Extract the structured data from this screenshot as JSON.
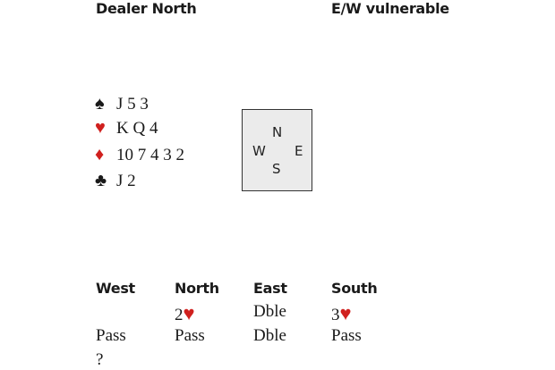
{
  "header": {
    "dealer": "Dealer North",
    "vulnerability": "E/W vulnerable"
  },
  "hand": [
    {
      "suit": "spades",
      "symbol": "♠",
      "cards": "J 5 3"
    },
    {
      "suit": "hearts",
      "symbol": "♥",
      "cards": "K Q 4"
    },
    {
      "suit": "diamonds",
      "symbol": "♦",
      "cards": "10 7 4 3 2"
    },
    {
      "suit": "clubs",
      "symbol": "♣",
      "cards": "J 2"
    }
  ],
  "compass": {
    "n": "N",
    "w": "W",
    "e": "E",
    "s": "S"
  },
  "auction": {
    "headers": [
      "West",
      "North",
      "East",
      "South"
    ],
    "rows": [
      [
        "",
        "2",
        "Dble",
        "3"
      ],
      [
        "Pass",
        "Pass",
        "Dble",
        "Pass"
      ],
      [
        "?",
        "",
        "",
        ""
      ]
    ],
    "heart_symbol": "♥"
  },
  "colors": {
    "red": "#d0201e",
    "box": "#ebebeb"
  }
}
